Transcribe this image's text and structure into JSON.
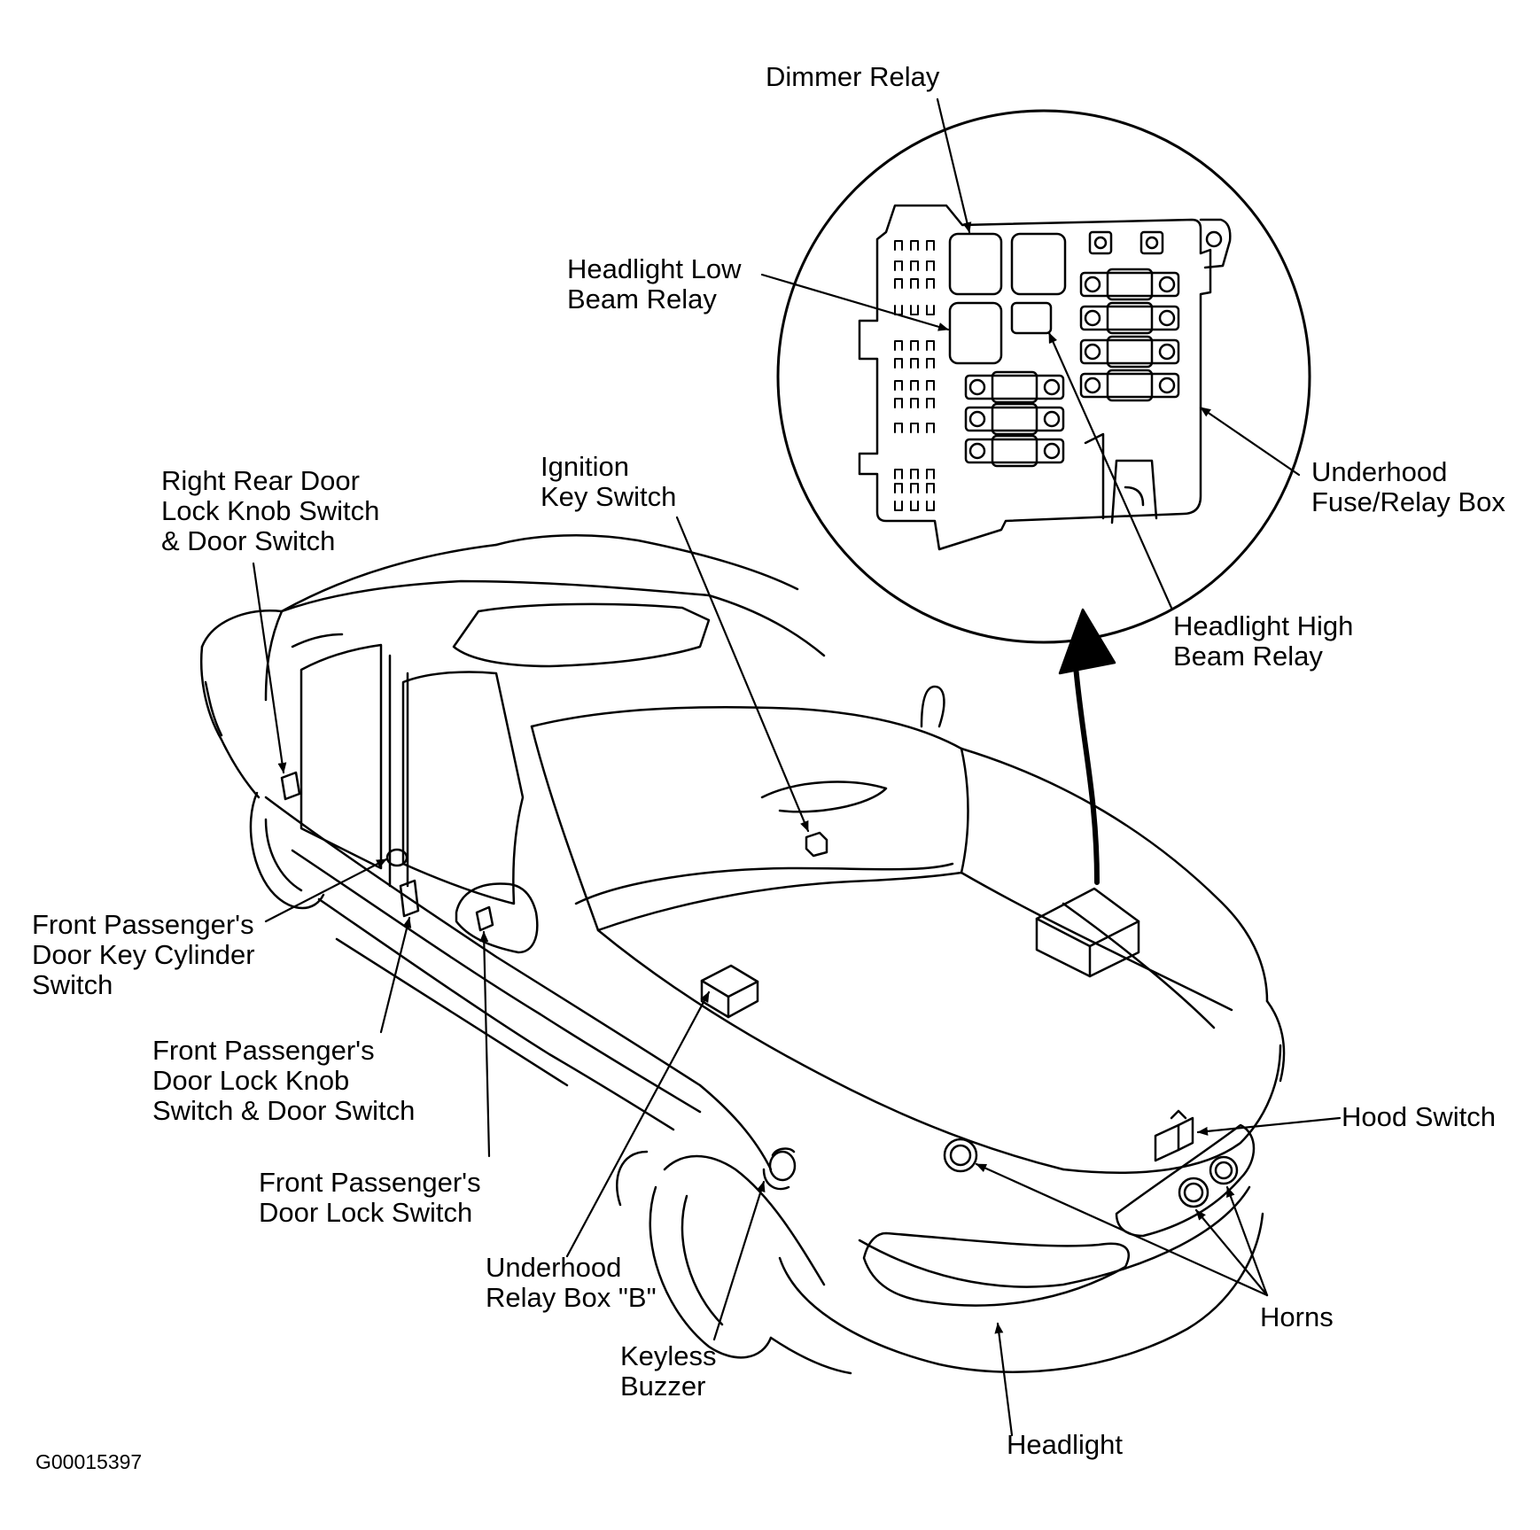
{
  "figure_code": "G00015397",
  "labels": {
    "dimmer_relay": [
      "Dimmer Relay"
    ],
    "headlight_low_beam_relay": [
      "Headlight Low",
      "Beam Relay"
    ],
    "underhood_fuse_relay_box": [
      "Underhood",
      "Fuse/Relay Box"
    ],
    "headlight_high_beam_relay": [
      "Headlight High",
      "Beam Relay"
    ],
    "ignition_key_switch": [
      "Ignition",
      "Key Switch"
    ],
    "right_rear_door_lock_knob_switch": [
      "Right Rear Door",
      "Lock Knob Switch",
      "& Door Switch"
    ],
    "front_passenger_door_key_cylinder_switch": [
      "Front Passenger's",
      "Door Key Cylinder",
      "Switch"
    ],
    "front_passenger_door_lock_knob_switch": [
      "Front Passenger's",
      "Door Lock Knob",
      "Switch & Door Switch"
    ],
    "front_passenger_door_lock_switch": [
      "Front Passenger's",
      "Door Lock Switch"
    ],
    "underhood_relay_box_b": [
      "Underhood",
      "Relay Box \"B\""
    ],
    "keyless_buzzer": [
      "Keyless",
      "Buzzer"
    ],
    "headlight": [
      "Headlight"
    ],
    "horns": [
      "Horns"
    ],
    "hood_switch": [
      "Hood Switch"
    ]
  }
}
